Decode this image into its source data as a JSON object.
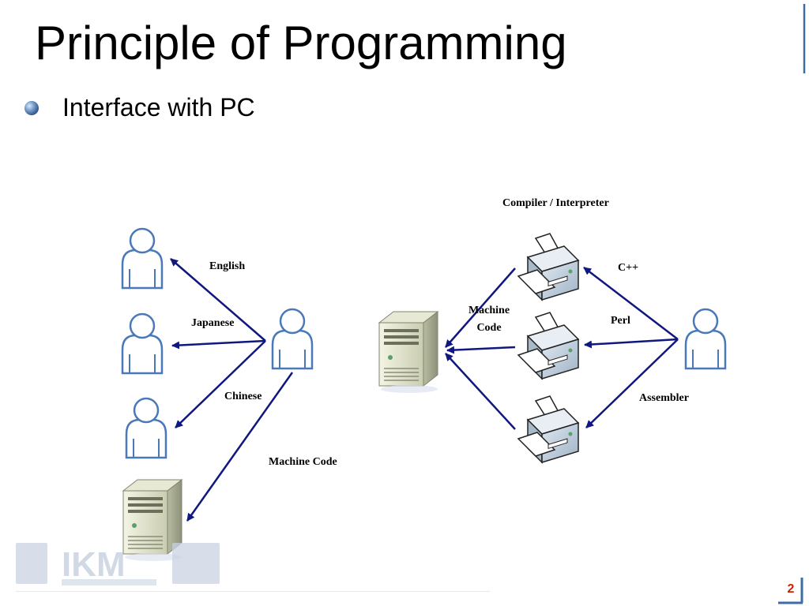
{
  "slide": {
    "title": "Principle of Programming",
    "bullet": "Interface with PC",
    "page_number": "2"
  },
  "diagram": {
    "left_labels": {
      "english": "English",
      "japanese": "Japanese",
      "chinese": "Chinese",
      "machine_code": "Machine Code"
    },
    "right_labels": {
      "compiler": "Compiler / Interpreter",
      "cpp": "C++",
      "perl": "Perl",
      "assembler": "Assembler",
      "machine_code_line1": "Machine",
      "machine_code_line2": "Code"
    }
  },
  "colors": {
    "arrow": "#101880",
    "frame_blue": "#3a6ea5",
    "person_fill": "#ffffff",
    "person_stroke": "#4a78b8",
    "page_number": "#cc2200"
  },
  "logo": {
    "text": "IKM"
  }
}
